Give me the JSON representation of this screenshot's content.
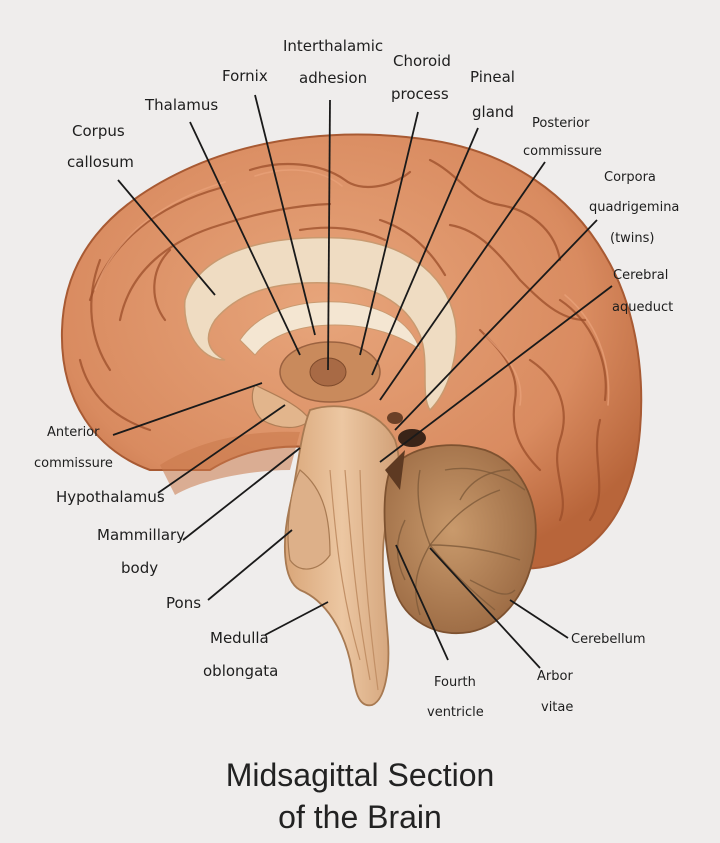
{
  "title": {
    "line1": "Midsagittal Section",
    "line2": "of the Brain"
  },
  "labels": {
    "corpus_callosum": [
      "Corpus",
      "callosum"
    ],
    "thalamus": [
      "Thalamus"
    ],
    "fornix": [
      "Fornix"
    ],
    "interthalamic_adhesion": [
      "Interthalamic",
      "adhesion"
    ],
    "choroid_process": [
      "Choroid",
      "process"
    ],
    "pineal_gland": [
      "Pineal",
      "gland"
    ],
    "posterior_commissure": [
      "Posterior",
      "commissure"
    ],
    "corpora_quadrigemina": [
      "Corpora",
      "quadrigemina",
      "(twins)"
    ],
    "cerebral_aqueduct": [
      "Cerebral",
      "aqueduct"
    ],
    "anterior_commissure": [
      "Anterior",
      "commissure"
    ],
    "hypothalamus": [
      "Hypothalamus"
    ],
    "mammillary_body": [
      "Mammillary",
      "body"
    ],
    "pons": [
      "Pons"
    ],
    "medulla_oblongata": [
      "Medulla",
      "oblongata"
    ],
    "fourth_ventricle": [
      "Fourth",
      "ventricle"
    ],
    "arbor_vitae": [
      "Arbor",
      "vitae"
    ],
    "cerebellum": [
      "Cerebellum"
    ]
  },
  "colors": {
    "background": "#efedec",
    "cortex": "#d98b60",
    "cortex_shade": "#b8653a",
    "white_matter": "#eedcc4",
    "brainstem": "#e3b992",
    "cerebellum": "#b98558",
    "leader_line": "#1a1a1a"
  }
}
